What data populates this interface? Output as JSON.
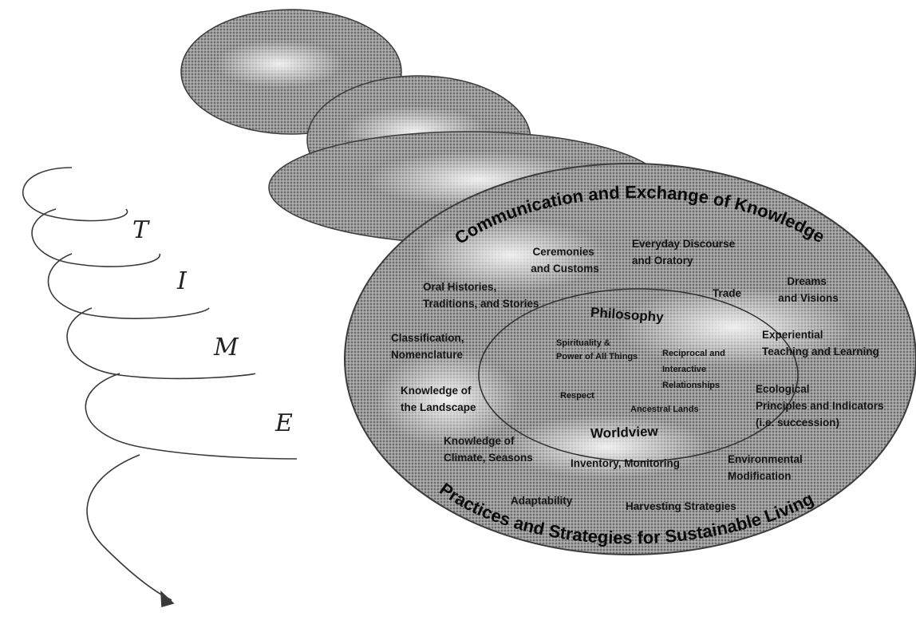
{
  "time_letters": [
    "T",
    "I",
    "M",
    "E"
  ],
  "outer_ring": {
    "top_arc": "Communication and Exchange of Knowledge",
    "bottom_arc": "Practices and Strategies for Sustainable Living",
    "items": {
      "ceremonies": [
        "Ceremonies",
        "and Customs"
      ],
      "everyday": [
        "Everyday Discourse",
        "and Oratory"
      ],
      "oral_histories": [
        "Oral Histories,",
        "Traditions, and Stories"
      ],
      "trade": [
        "Trade"
      ],
      "dreams": [
        "Dreams",
        "and Visions"
      ],
      "classification": [
        "Classification,",
        "Nomenclature"
      ],
      "experiential": [
        "Experiential",
        "Teaching and Learning"
      ],
      "landscape": [
        "Knowledge of",
        "the Landscape"
      ],
      "ecological": [
        "Ecological",
        "Principles and Indicators",
        "(i.e. succession)"
      ],
      "climate": [
        "Knowledge of",
        "Climate, Seasons"
      ],
      "inventory": [
        "Inventory, Monitoring"
      ],
      "environmental": [
        "Environmental",
        "Modification"
      ],
      "adaptability": [
        "Adaptability"
      ],
      "harvesting": [
        "Harvesting Strategies"
      ]
    }
  },
  "core": {
    "philosophy": "Philosophy",
    "worldview": "Worldview",
    "spirituality": [
      "Spirituality &",
      "Power of All Things"
    ],
    "reciprocal": [
      "Reciprocal and",
      "Interactive",
      "Relationships"
    ],
    "respect": [
      "Respect"
    ],
    "ancestral": [
      "Ancestral Lands"
    ]
  },
  "colors": {
    "disc_fill": "#8e8e8e",
    "disc_light": "#d9d9d9",
    "disc_edge": "#3c3c3c",
    "spiral_stroke": "#3a3a3a"
  }
}
